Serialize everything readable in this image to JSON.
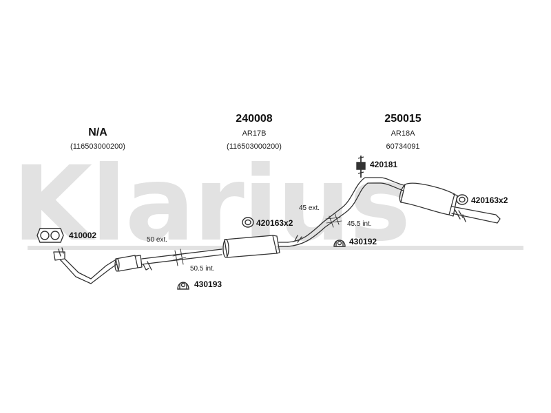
{
  "watermark": {
    "text": "Klarius"
  },
  "sections": [
    {
      "part_number": "N/A",
      "reference": "",
      "oem": "(116503000200)"
    },
    {
      "part_number": "240008",
      "reference": "AR17B",
      "oem": "(116503000200)"
    },
    {
      "part_number": "250015",
      "reference": "AR18A",
      "oem": "60734091"
    }
  ],
  "accessories": [
    {
      "code": "410002",
      "icon": "gasket-icon"
    },
    {
      "code": "420163x2",
      "icon": "o-ring-icon"
    },
    {
      "code": "420181",
      "icon": "bolt-icon"
    },
    {
      "code": "420163x2",
      "icon": "o-ring-icon"
    },
    {
      "code": "430192",
      "icon": "rubber-hanger-icon"
    },
    {
      "code": "430193",
      "icon": "rubber-hanger-icon"
    }
  ],
  "dimensions": {
    "front_ext": "50 ext.",
    "front_int": "50.5 int.",
    "rear_ext": "45 ext.",
    "rear_int": "45.5 int."
  },
  "colors": {
    "line": "#333333",
    "fill": "#ffffff",
    "watermark": "#e2e2e2"
  }
}
